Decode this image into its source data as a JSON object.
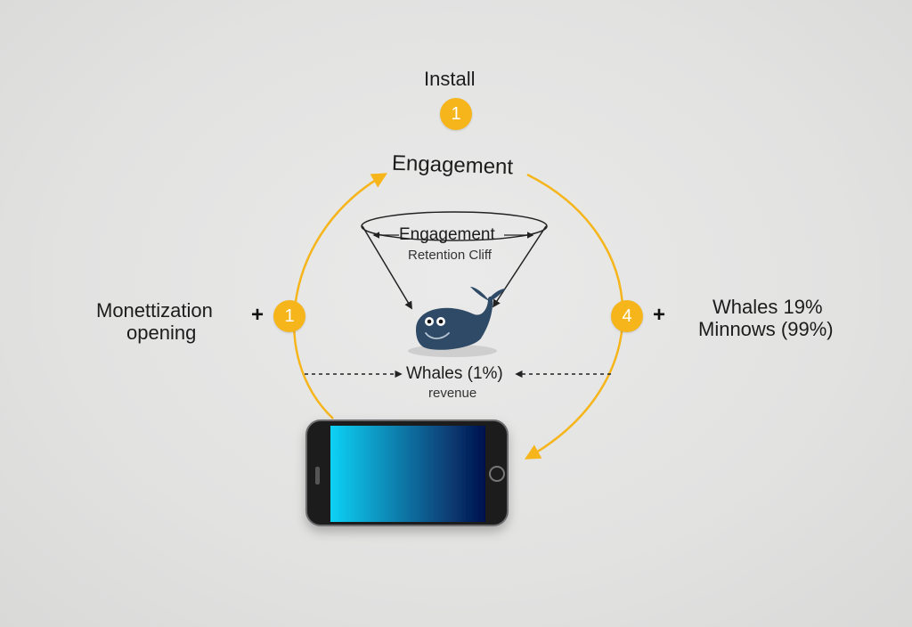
{
  "colors": {
    "accent": "#f5b51b",
    "whale": "#2f4a66",
    "phone_screen_start": "#0fd2f5",
    "phone_screen_end": "#05104d",
    "arrow": "#222222"
  },
  "top": {
    "install_label": "Install",
    "install_step": "1"
  },
  "cycle": {
    "engagement_label": "Engagement"
  },
  "funnel": {
    "title": "Engagement",
    "subtitle": "Retention Cliff",
    "icon": "whale-icon"
  },
  "left": {
    "line1": "Monettization",
    "line2": "opening",
    "plus": "+",
    "step": "1"
  },
  "right": {
    "step": "4",
    "plus": "+",
    "line1": "Whales 19%",
    "line2": "Minnows (99%)"
  },
  "center": {
    "line1": "Whales (1%)",
    "line2": "revenue"
  },
  "device": {
    "icon": "smartphone-icon"
  }
}
